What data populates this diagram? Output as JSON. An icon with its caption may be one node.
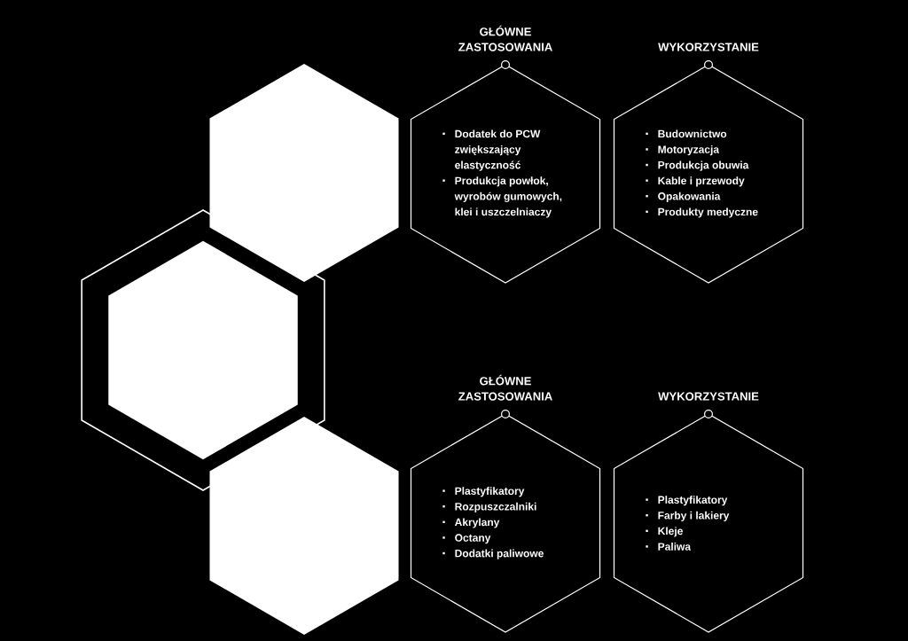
{
  "diagram": {
    "nodes": [
      {
        "text": [],
        "shape": "hexagon"
      },
      {
        "text": [],
        "shape": "hexagon"
      },
      {
        "text": [],
        "shape": "hexagon",
        "in": 1
      },
      {
        "text": [],
        "shape": "hexagon"
      },
      {
        "text": [
          "GŁÓWNE ZASTOSOWANIA",
          "Dodatek do PCW zwiększający elastyczność",
          "Produkcja powłok, wyrobów gumowych, klei i uszczelniaczy"
        ]
      },
      {
        "text": [
          "WYKORZYSTANIE",
          "Budownictwo",
          "Motoryzacja",
          "Produkcja obuwia",
          "Kable i przewody",
          "Opakowania",
          "Produkty medyczne"
        ]
      },
      {
        "text": [
          "GŁÓWNE ZASTOSOWANIA",
          "Plastyfikatory",
          "Rozpuszczalniki",
          "Akrylany",
          "Octany",
          "Dodatki paliwowe"
        ]
      },
      {
        "text": [
          "WYKORZYSTANIE",
          "Plastyfikatory",
          "Farby i lakiery",
          "Kleje",
          "Paliwa"
        ]
      }
    ]
  }
}
